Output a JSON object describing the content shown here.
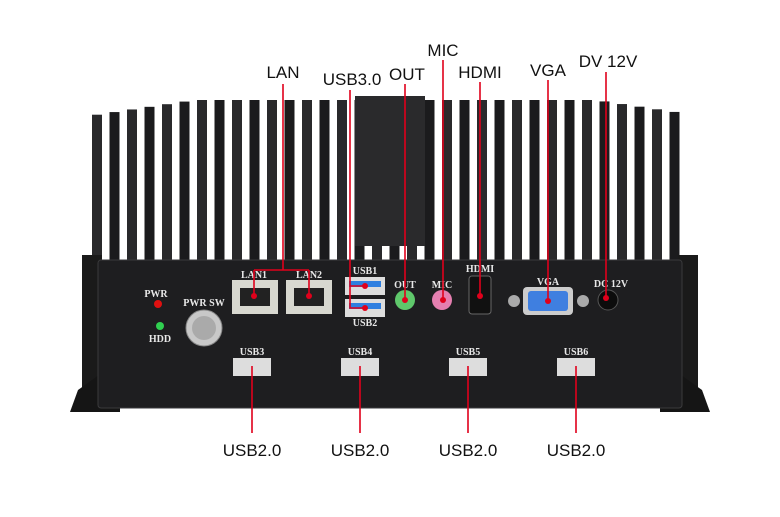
{
  "callouts": {
    "lan": "LAN",
    "usb30": "USB3.0",
    "out": "OUT",
    "mic": "MIC",
    "hdmi": "HDMI",
    "vga": "VGA",
    "dc": "DV 12V",
    "usb20": [
      "USB2.0",
      "USB2.0",
      "USB2.0",
      "USB2.0"
    ]
  },
  "panel_labels": {
    "pwr": "PWR",
    "hdd": "HDD",
    "pwr_sw": "PWR SW",
    "lan1": "LAN1",
    "lan2": "LAN2",
    "usb1": "USB1",
    "usb2": "USB2",
    "out": "OUT",
    "mic": "MIC",
    "hdmi": "HDMI",
    "vga": "VGA",
    "dc": "DC 12V",
    "usb_bottom": [
      "USB3",
      "USB4",
      "USB5",
      "USB6"
    ]
  },
  "colors": {
    "callout_line": "#e0001b",
    "chassis": "#1c1c1e",
    "out_jack": "#5fc86b",
    "mic_jack": "#e57fb0",
    "vga": "#3f7fe0"
  }
}
